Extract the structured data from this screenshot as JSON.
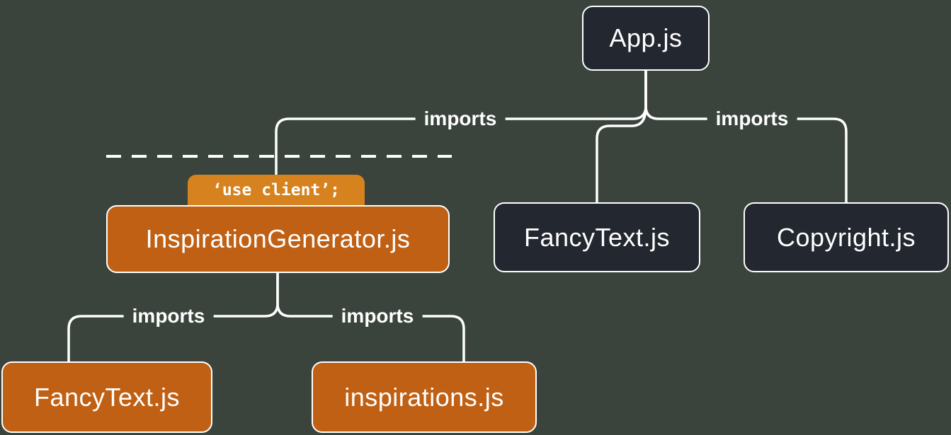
{
  "colors": {
    "background": "#3a443d",
    "box_dark": "#23272f",
    "box_orange": "#c06014",
    "tab_orange": "#d5821f",
    "line": "#ffffff",
    "text": "#ffffff"
  },
  "nodes": {
    "app": {
      "label": "App.js"
    },
    "inspiration_generator": {
      "label": "InspirationGenerator.js",
      "directive": "‘use client’;"
    },
    "fancy_text_server": {
      "label": "FancyText.js"
    },
    "copyright": {
      "label": "Copyright.js"
    },
    "fancy_text_client": {
      "label": "FancyText.js"
    },
    "inspirations": {
      "label": "inspirations.js"
    }
  },
  "edge_labels": {
    "app_to_inspiration": "imports",
    "app_to_copyright": "imports",
    "inspiration_to_fancy": "imports",
    "inspiration_to_inspirations": "imports"
  }
}
